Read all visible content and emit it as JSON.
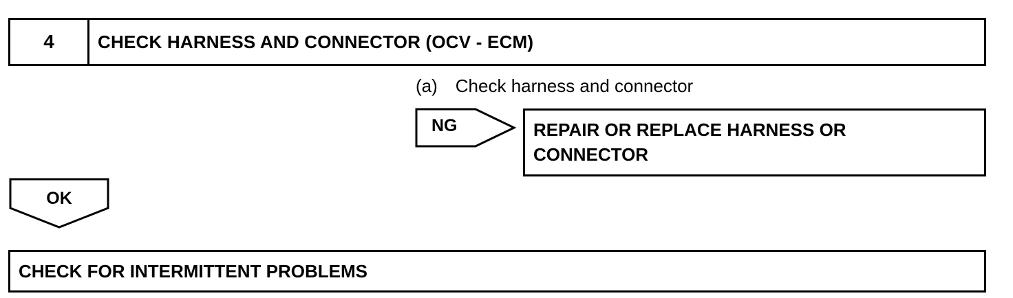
{
  "step": {
    "number": "4",
    "title": "CHECK HARNESS AND CONNECTOR (OCV - ECM)"
  },
  "substep": {
    "marker": "(a)",
    "text": "Check harness and connector"
  },
  "ng_branch": {
    "label": "NG",
    "action_line1": "REPAIR OR REPLACE HARNESS OR",
    "action_line2": "CONNECTOR"
  },
  "ok_branch": {
    "label": "OK"
  },
  "next_step": {
    "title": "CHECK FOR INTERMITTENT PROBLEMS"
  }
}
